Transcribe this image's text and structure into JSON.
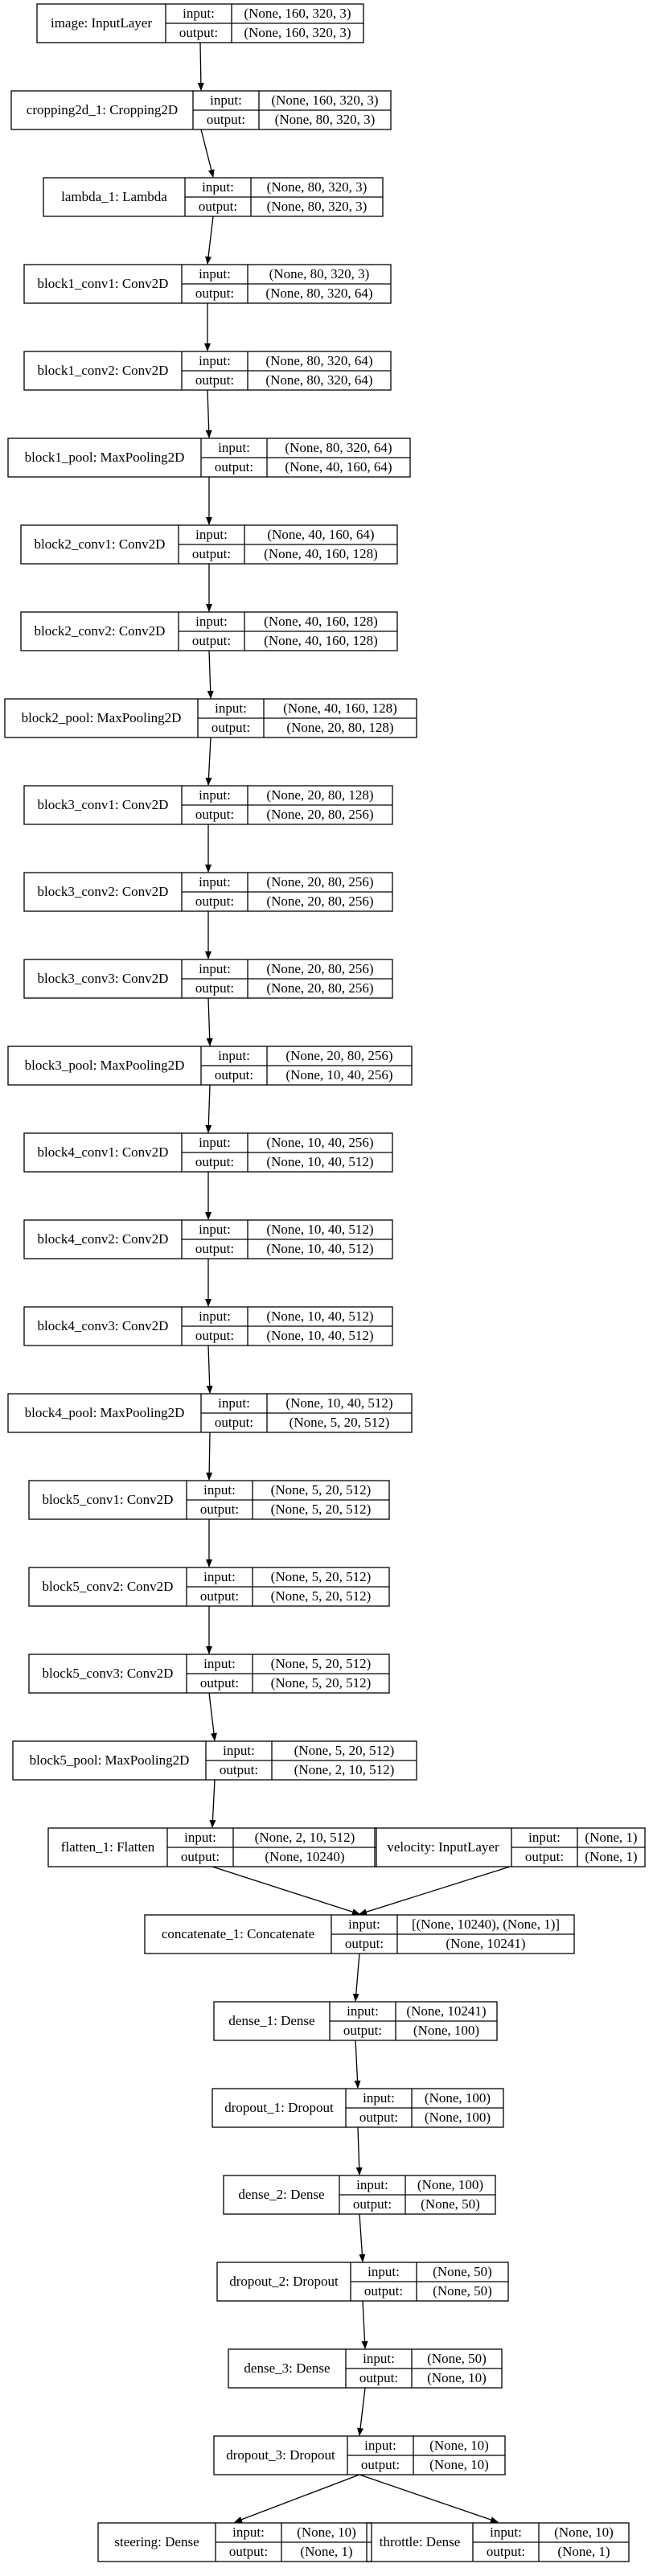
{
  "labels": {
    "input": "input:",
    "output": "output:"
  },
  "nodes": [
    {
      "id": "n0",
      "name": "image: InputLayer",
      "input": "(None, 160, 320, 3)",
      "output": "(None, 160, 320, 3)"
    },
    {
      "id": "n1",
      "name": "cropping2d_1: Cropping2D",
      "input": "(None, 160, 320, 3)",
      "output": "(None, 80, 320, 3)"
    },
    {
      "id": "n2",
      "name": "lambda_1: Lambda",
      "input": "(None, 80, 320, 3)",
      "output": "(None, 80, 320, 3)"
    },
    {
      "id": "n3",
      "name": "block1_conv1: Conv2D",
      "input": "(None, 80, 320, 3)",
      "output": "(None, 80, 320, 64)"
    },
    {
      "id": "n4",
      "name": "block1_conv2: Conv2D",
      "input": "(None, 80, 320, 64)",
      "output": "(None, 80, 320, 64)"
    },
    {
      "id": "n5",
      "name": "block1_pool: MaxPooling2D",
      "input": "(None, 80, 320, 64)",
      "output": "(None, 40, 160, 64)"
    },
    {
      "id": "n6",
      "name": "block2_conv1: Conv2D",
      "input": "(None, 40, 160, 64)",
      "output": "(None, 40, 160, 128)"
    },
    {
      "id": "n7",
      "name": "block2_conv2: Conv2D",
      "input": "(None, 40, 160, 128)",
      "output": "(None, 40, 160, 128)"
    },
    {
      "id": "n8",
      "name": "block2_pool: MaxPooling2D",
      "input": "(None, 40, 160, 128)",
      "output": "(None, 20, 80, 128)"
    },
    {
      "id": "n9",
      "name": "block3_conv1: Conv2D",
      "input": "(None, 20, 80, 128)",
      "output": "(None, 20, 80, 256)"
    },
    {
      "id": "n10",
      "name": "block3_conv2: Conv2D",
      "input": "(None, 20, 80, 256)",
      "output": "(None, 20, 80, 256)"
    },
    {
      "id": "n11",
      "name": "block3_conv3: Conv2D",
      "input": "(None, 20, 80, 256)",
      "output": "(None, 20, 80, 256)"
    },
    {
      "id": "n12",
      "name": "block3_pool: MaxPooling2D",
      "input": "(None, 20, 80, 256)",
      "output": "(None, 10, 40, 256)"
    },
    {
      "id": "n13",
      "name": "block4_conv1: Conv2D",
      "input": "(None, 10, 40, 256)",
      "output": "(None, 10, 40, 512)"
    },
    {
      "id": "n14",
      "name": "block4_conv2: Conv2D",
      "input": "(None, 10, 40, 512)",
      "output": "(None, 10, 40, 512)"
    },
    {
      "id": "n15",
      "name": "block4_conv3: Conv2D",
      "input": "(None, 10, 40, 512)",
      "output": "(None, 10, 40, 512)"
    },
    {
      "id": "n16",
      "name": "block4_pool: MaxPooling2D",
      "input": "(None, 10, 40, 512)",
      "output": "(None, 5, 20, 512)"
    },
    {
      "id": "n17",
      "name": "block5_conv1: Conv2D",
      "input": "(None, 5, 20, 512)",
      "output": "(None, 5, 20, 512)"
    },
    {
      "id": "n18",
      "name": "block5_conv2: Conv2D",
      "input": "(None, 5, 20, 512)",
      "output": "(None, 5, 20, 512)"
    },
    {
      "id": "n19",
      "name": "block5_conv3: Conv2D",
      "input": "(None, 5, 20, 512)",
      "output": "(None, 5, 20, 512)"
    },
    {
      "id": "n20",
      "name": "block5_pool: MaxPooling2D",
      "input": "(None, 5, 20, 512)",
      "output": "(None, 2, 10, 512)"
    },
    {
      "id": "n21",
      "name": "flatten_1: Flatten",
      "input": "(None, 2, 10, 512)",
      "output": "(None, 10240)"
    },
    {
      "id": "n22",
      "name": "velocity: InputLayer",
      "input": "(None, 1)",
      "output": "(None, 1)"
    },
    {
      "id": "n23",
      "name": "concatenate_1: Concatenate",
      "input": "[(None, 10240), (None, 1)]",
      "output": "(None, 10241)"
    },
    {
      "id": "n24",
      "name": "dense_1: Dense",
      "input": "(None, 10241)",
      "output": "(None, 100)"
    },
    {
      "id": "n25",
      "name": "dropout_1: Dropout",
      "input": "(None, 100)",
      "output": "(None, 100)"
    },
    {
      "id": "n26",
      "name": "dense_2: Dense",
      "input": "(None, 100)",
      "output": "(None, 50)"
    },
    {
      "id": "n27",
      "name": "dropout_2: Dropout",
      "input": "(None, 50)",
      "output": "(None, 50)"
    },
    {
      "id": "n28",
      "name": "dense_3: Dense",
      "input": "(None, 50)",
      "output": "(None, 10)"
    },
    {
      "id": "n29",
      "name": "dropout_3: Dropout",
      "input": "(None, 10)",
      "output": "(None, 10)"
    },
    {
      "id": "n30",
      "name": "steering: Dense",
      "input": "(None, 10)",
      "output": "(None, 1)"
    },
    {
      "id": "n31",
      "name": "throttle: Dense",
      "input": "(None, 10)",
      "output": "(None, 1)"
    }
  ],
  "edges": [
    [
      "n0",
      "n1"
    ],
    [
      "n1",
      "n2"
    ],
    [
      "n2",
      "n3"
    ],
    [
      "n3",
      "n4"
    ],
    [
      "n4",
      "n5"
    ],
    [
      "n5",
      "n6"
    ],
    [
      "n6",
      "n7"
    ],
    [
      "n7",
      "n8"
    ],
    [
      "n8",
      "n9"
    ],
    [
      "n9",
      "n10"
    ],
    [
      "n10",
      "n11"
    ],
    [
      "n11",
      "n12"
    ],
    [
      "n12",
      "n13"
    ],
    [
      "n13",
      "n14"
    ],
    [
      "n14",
      "n15"
    ],
    [
      "n15",
      "n16"
    ],
    [
      "n16",
      "n17"
    ],
    [
      "n17",
      "n18"
    ],
    [
      "n18",
      "n19"
    ],
    [
      "n19",
      "n20"
    ],
    [
      "n20",
      "n21"
    ],
    [
      "n21",
      "n23"
    ],
    [
      "n22",
      "n23"
    ],
    [
      "n23",
      "n24"
    ],
    [
      "n24",
      "n25"
    ],
    [
      "n25",
      "n26"
    ],
    [
      "n26",
      "n27"
    ],
    [
      "n27",
      "n28"
    ],
    [
      "n28",
      "n29"
    ],
    [
      "n29",
      "n30"
    ],
    [
      "n29",
      "n31"
    ]
  ]
}
